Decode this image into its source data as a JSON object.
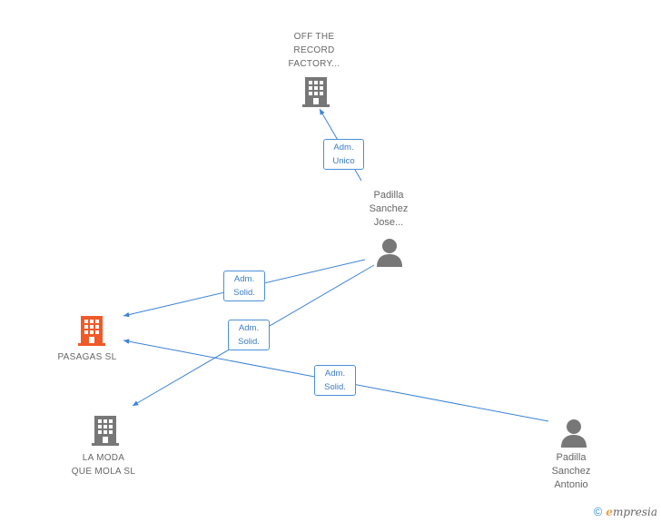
{
  "nodes": {
    "off_the_record": {
      "label_lines": [
        "OFF THE",
        "RECORD",
        "FACTORY..."
      ],
      "type": "company",
      "color": "#777777"
    },
    "padilla_jose": {
      "label_lines": [
        "Padilla",
        "Sanchez",
        "Jose..."
      ],
      "type": "person",
      "color": "#777777"
    },
    "pasagas": {
      "label_lines": [
        "PASAGAS SL"
      ],
      "type": "company",
      "color": "#f05a28"
    },
    "la_moda": {
      "label_lines": [
        "LA MODA",
        "QUE MOLA SL"
      ],
      "type": "company",
      "color": "#777777"
    },
    "padilla_antonio": {
      "label_lines": [
        "Padilla",
        "Sanchez",
        "Antonio"
      ],
      "type": "person",
      "color": "#777777"
    }
  },
  "edges": [
    {
      "from": "padilla_jose",
      "to": "off_the_record",
      "label_lines": [
        "Adm.",
        "Unico"
      ]
    },
    {
      "from": "padilla_jose",
      "to": "pasagas",
      "label_lines": [
        "Adm.",
        "Solid."
      ]
    },
    {
      "from": "padilla_jose",
      "to": "la_moda",
      "label_lines": [
        "Adm.",
        "Solid."
      ]
    },
    {
      "from": "padilla_antonio",
      "to": "pasagas",
      "label_lines": [
        "Adm.",
        "Solid."
      ]
    }
  ],
  "colors": {
    "edge": "#3b83d6",
    "edge_label_text": "#3a7cc9"
  },
  "watermark": {
    "copyright_symbol": "©",
    "brand_first": "e",
    "brand_rest": "mpresia"
  }
}
